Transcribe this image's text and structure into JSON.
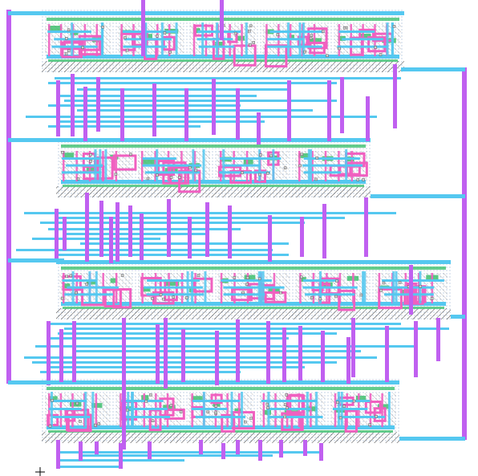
{
  "view": {
    "background": "#ffffff",
    "marker": "crosshair-marker"
  },
  "layers": {
    "metal1": "#55c8f0",
    "metal2": "#c060f0",
    "poly": "#f060c0",
    "diffusion": "#40c070",
    "well_dots": "#9bb0d0",
    "hatch": "#404040",
    "contact": "#d0d0d0"
  },
  "rows": [
    {
      "id": "row-1",
      "cells": 5
    },
    {
      "id": "row-2",
      "cells": 4
    },
    {
      "id": "row-3",
      "cells": 5
    },
    {
      "id": "row-4",
      "cells": 5
    }
  ]
}
